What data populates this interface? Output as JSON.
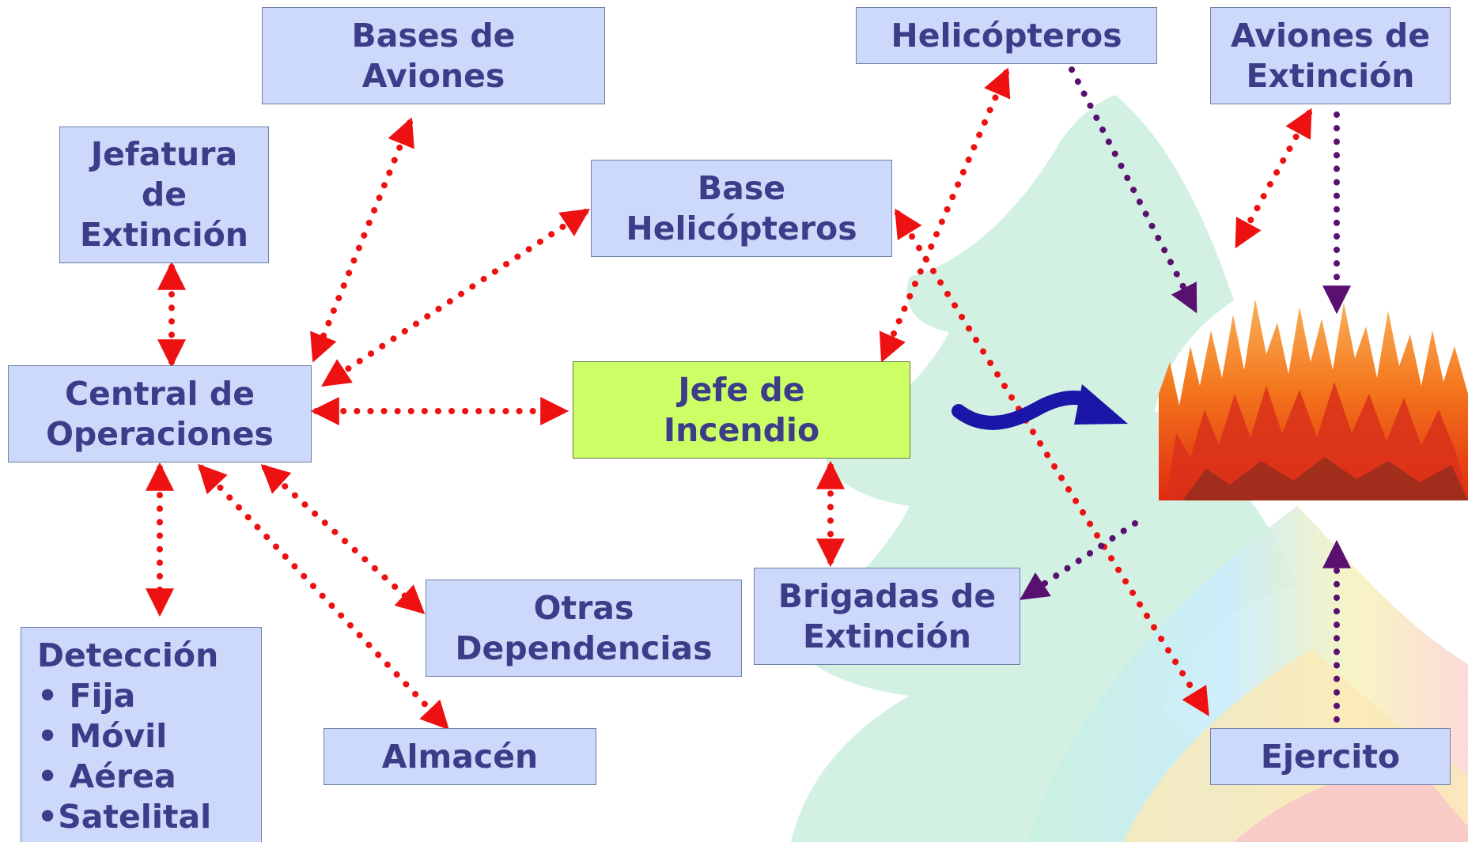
{
  "nodes": {
    "bases_aviones": [
      "Bases de",
      "Aviones"
    ],
    "helicopteros": [
      "Helicópteros"
    ],
    "aviones_extincion": [
      "Aviones de",
      "Extinción"
    ],
    "jefatura": [
      "Jefatura",
      "de",
      "Extinción"
    ],
    "base_helicopteros": [
      "Base",
      "Helicópteros"
    ],
    "central": [
      "Central de",
      "Operaciones"
    ],
    "jefe_incendio": [
      "Jefe de",
      "Incendio"
    ],
    "otras_dependencias": [
      "Otras",
      "Dependencias"
    ],
    "brigadas": [
      "Brigadas de",
      "Extinción"
    ],
    "almacen": [
      "Almacén"
    ],
    "ejercito": [
      "Ejercito"
    ],
    "deteccion": [
      "Detección",
      "• Fija",
      "• Móvil",
      "• Aérea",
      "•Satelital"
    ]
  },
  "colors": {
    "box_fill": "#cdd9fb",
    "box_text": "#3c3c88",
    "highlight_fill": "#ccff66",
    "red_arrow": "#ee1111",
    "purple_arrow": "#5a1070",
    "blue_arrow": "#1a16a8"
  },
  "icons": [
    "fire-icon",
    "curved-blue-arrow-icon",
    "tree-background-logo"
  ]
}
